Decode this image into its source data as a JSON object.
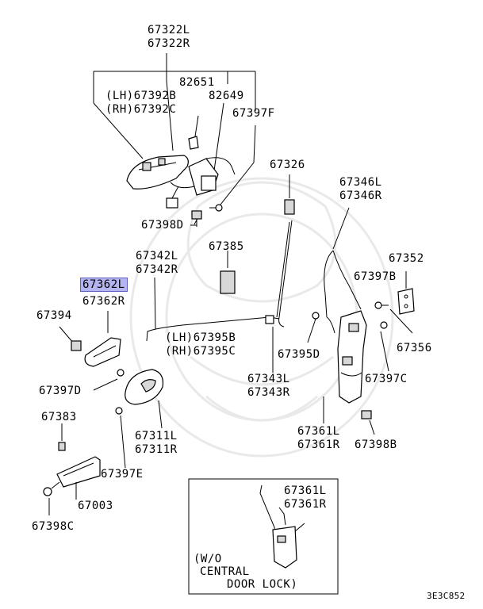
{
  "labels": {
    "p67322": [
      "67322L",
      "67322R"
    ],
    "p82651": "82651",
    "p67392": [
      "(LH)67392B",
      "(RH)67392C"
    ],
    "p82649": "82649",
    "p67397F": "67397F",
    "p67398D": "67398D",
    "p67326": "67326",
    "p67346": [
      "67346L",
      "67346R"
    ],
    "p67385": "67385",
    "p67342": [
      "67342L",
      "67342R"
    ],
    "p67362": [
      "67362L",
      "67362R"
    ],
    "p67352": "67352",
    "p67397B": "67397B",
    "p67394": "67394",
    "p67395": [
      "(LH)67395B",
      "(RH)67395C"
    ],
    "p67356": "67356",
    "p67395D": "67395D",
    "p67397D": "67397D",
    "p67343": [
      "67343L",
      "67343R"
    ],
    "p67397C": "67397C",
    "p67383": "67383",
    "p67311": [
      "67311L",
      "67311R"
    ],
    "p67361": [
      "67361L",
      "67361R"
    ],
    "p67398B": "67398B",
    "p67397E": "67397E",
    "p67003": "67003",
    "p67398C": "67398C",
    "inset_part": [
      "67361L",
      "67361R"
    ],
    "inset_note": [
      "(W/O",
      "CENTRAL",
      "DOOR LOCK)"
    ],
    "code": "3E3C852"
  },
  "highlighted_part": "67362L"
}
